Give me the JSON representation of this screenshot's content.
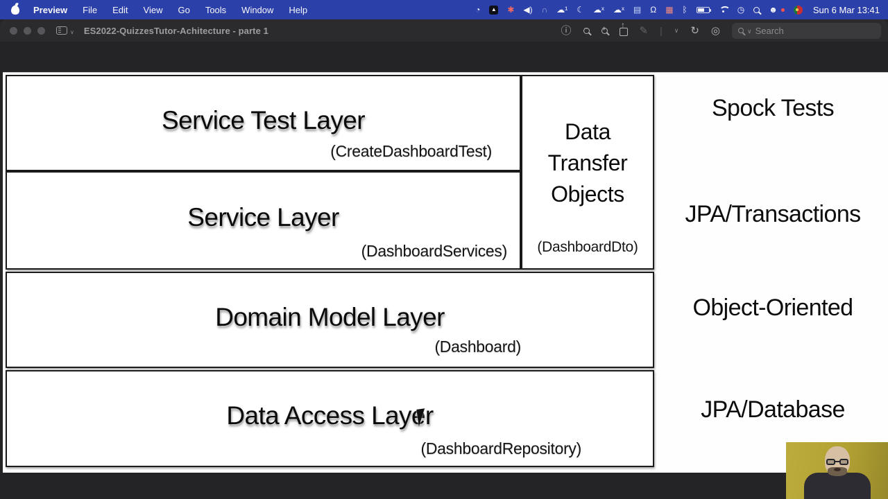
{
  "menu_bar": {
    "items": [
      "Preview",
      "File",
      "Edit",
      "View",
      "Go",
      "Tools",
      "Window",
      "Help"
    ],
    "status_icons": [
      "screen-time-icon",
      "capture-app-icon",
      "pinwheel-app-icon",
      "volume-icon",
      "privacy-arch-icon",
      "cloud-sync-icon",
      "moon-icon",
      "cloud-offline-icon",
      "cloud-offline-2-icon",
      "notes-app-icon",
      "headphones-icon",
      "color-grid-app-icon",
      "bluetooth-icon",
      "battery-icon",
      "wifi-icon",
      "time-machine-icon",
      "spotlight-icon",
      "user-switch-icon",
      "input-source-flag-icon"
    ],
    "clock": "Sun 6 Mar 13:41"
  },
  "window": {
    "title": "ES2022-QuizzesTutor-Achitecture - parte 1",
    "toolbar": {
      "search_placeholder": "Search"
    }
  },
  "slide": {
    "layers": [
      {
        "title": "Service Test Layer",
        "subtitle": "(CreateDashboardTest)"
      },
      {
        "title": "Service Layer",
        "subtitle": "(DashboardServices)"
      },
      {
        "title": "Domain Model Layer",
        "subtitle": "(Dashboard)"
      },
      {
        "title": "Data Access Layer",
        "subtitle": "(DashboardRepository)"
      }
    ],
    "dto_box": {
      "line1": "Data",
      "line2": "Transfer",
      "line3": "Objects",
      "subtitle": "(DashboardDto)"
    },
    "right_labels": [
      "Spock Tests",
      "JPA/Transactions",
      "Object-Oriented",
      "JPA/Database"
    ]
  }
}
